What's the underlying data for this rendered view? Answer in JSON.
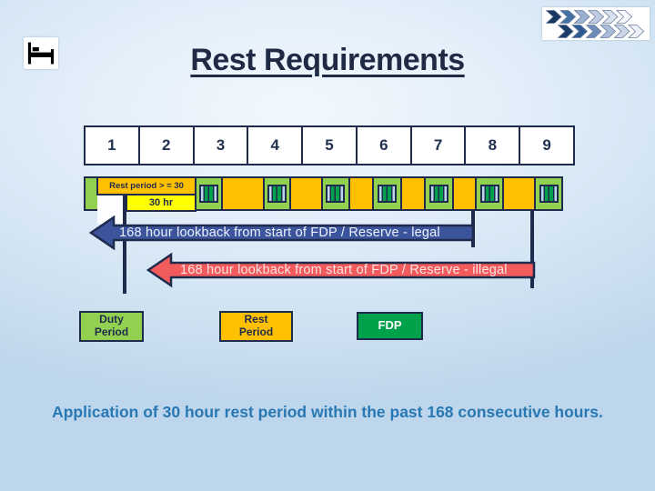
{
  "title": "Rest Requirements",
  "colors": {
    "title_navy": "#1F2A44",
    "navy": "#1F2B4D",
    "duty_green": "#92D050",
    "rest_orange": "#FFC000",
    "fdp_green": "#00A14B",
    "yellow": "#FFFF00",
    "legal_blue": "#3B549B",
    "illegal_red": "#F15B5B",
    "footer_blue": "#2878B4"
  },
  "decorations": {
    "bed_icon": "bed-icon",
    "chevron_rows": [
      [
        "#17375E",
        "#4472A4",
        "#9AB0D0",
        "#BECBE2",
        "#D9E1EE",
        "#F8FAFD"
      ],
      [
        "#1B3C66",
        "#2F5B94",
        "#6E8CB8",
        "#A9BCD8",
        "#CBD7E8",
        "#EFF3F9"
      ]
    ]
  },
  "timeline": {
    "days": [
      "1",
      "2",
      "3",
      "4",
      "5",
      "6",
      "7",
      "8",
      "9"
    ],
    "rest_label": "Rest  period > = 30",
    "rest_hours": "30  hr",
    "segments": [
      {
        "type": "duty",
        "w": 15,
        "fdp": false
      },
      {
        "type": "rest",
        "w": 105,
        "fdp": false
      },
      {
        "type": "duty",
        "w": 29,
        "fdp": true
      },
      {
        "type": "rest",
        "w": 46,
        "fdp": false
      },
      {
        "type": "duty",
        "w": 29,
        "fdp": true
      },
      {
        "type": "rest",
        "w": 35,
        "fdp": false
      },
      {
        "type": "duty",
        "w": 31,
        "fdp": true
      },
      {
        "type": "rest",
        "w": 26,
        "fdp": false
      },
      {
        "type": "duty",
        "w": 31,
        "fdp": true
      },
      {
        "type": "rest",
        "w": 26,
        "fdp": false
      },
      {
        "type": "duty",
        "w": 31,
        "fdp": true
      },
      {
        "type": "rest",
        "w": 25,
        "fdp": false
      },
      {
        "type": "duty",
        "w": 30,
        "fdp": true
      },
      {
        "type": "rest",
        "w": 35,
        "fdp": false
      },
      {
        "type": "duty",
        "w": 30,
        "fdp": true
      }
    ]
  },
  "arrows": {
    "legal": "168 hour lookback from start of FDP / Reserve - legal",
    "illegal": "168 hour lookback from start of FDP / Reserve - illegal"
  },
  "legend": {
    "duty": "Duty\nPeriod",
    "rest": "Rest\nPeriod",
    "fdp": "FDP"
  },
  "footer": "Application of 30 hour rest period within the past 168 consecutive hours."
}
